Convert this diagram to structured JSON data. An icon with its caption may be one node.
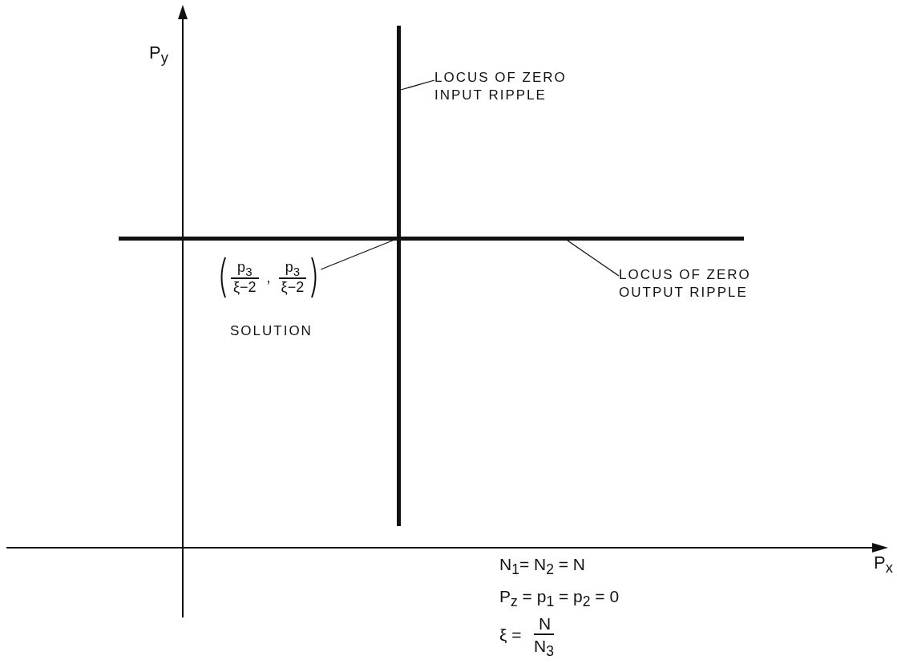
{
  "diagram": {
    "nodes": [
      {
        "text": [
          "LOCUS OF ZERO INPUT RIPPLE"
        ]
      },
      {
        "text": [],
        "shape": "bar"
      },
      {
        "text": [
          "LOCUS OF ZERO OUTPUT RIPPLE"
        ]
      },
      {
        "text": [],
        "shape": "bar"
      },
      {
        "text": [
          "p$_{3}$",
          "ξ−2",
          ",",
          "p$_{3}$",
          "ξ−2"
        ]
      }
    ],
    "edges": [
      {
        "from": 0,
        "to": 1,
        "arrow": "none"
      },
      {
        "from": 2,
        "to": 3,
        "arrow": "none"
      },
      {
        "from": 4,
        "to": 1,
        "arrow": "none"
      }
    ],
    "labels": [
      "P$_{y}$",
      "SOLUTION",
      "P$_{x}$",
      "N$_{1}$= N$_{2}$ = N",
      "P$_{z}$ = p$_{1}$ = p$_{2}$ = 0",
      "ξ =",
      "N",
      "N$_{3}$"
    ]
  }
}
